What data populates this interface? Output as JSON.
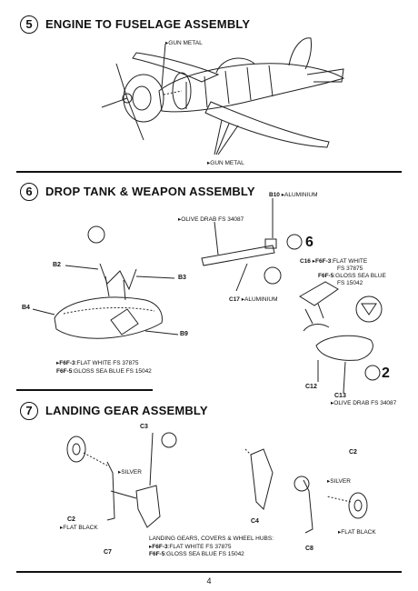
{
  "steps": [
    {
      "number": "5",
      "title": "ENGINE TO FUSELAGE ASSEMBLY"
    },
    {
      "number": "6",
      "title": "DROP TANK & WEAPON ASSEMBLY"
    },
    {
      "number": "7",
      "title": "LANDING GEAR ASSEMBLY"
    }
  ],
  "step5": {
    "callout_gun_metal_top": "GUN METAL",
    "callout_gun_metal_bottom": "GUN METAL"
  },
  "step6": {
    "b10": "B10",
    "b10_color": "ALUMINIUM",
    "olive_drab": "OLIVE DRAB",
    "olive_drab_fs": "FS 34087",
    "count_6": "6",
    "b2": "B2",
    "b3": "B3",
    "b4": "B4",
    "b9": "B9",
    "c16": "C16",
    "c16_f6f3": "F6F-3",
    "c16_f6f3_color": ":FLAT WHITE",
    "c16_f6f3_fs": "FS 37875",
    "c16_f6f5": "F6F-5",
    "c16_f6f5_color": ":GLOSS SEA BLUE",
    "c16_f6f5_fs": "FS 15042",
    "c17": "C17",
    "c17_color": "ALUMINIUM",
    "c12": "C12",
    "c13": "C13",
    "c13_color": "OLIVE DRAB",
    "c13_fs": "FS 34087",
    "count_2": "2",
    "tank_f6f3": "F6F-3",
    "tank_f6f3_color": ":FLAT WHITE",
    "tank_f6f3_fs": "FS 37875",
    "tank_f6f5": "F6F-5",
    "tank_f6f5_color": ":GLOSS SEA BLUE",
    "tank_f6f5_fs": "FS 15042"
  },
  "step7": {
    "c3": "C3",
    "silver_left": "SILVER",
    "c2_left": "C2",
    "flat_black_left": "FLAT BLACK",
    "c7": "C7",
    "c4": "C4",
    "c8": "C8",
    "c2_right": "C2",
    "silver_right": "SILVER",
    "flat_black_right": "FLAT BLACK",
    "note_title": "LANDING GEARS, COVERS & WHEEL HUBS:",
    "note_f6f3": "F6F-3",
    "note_f6f3_color": ":FLAT WHITE",
    "note_f6f3_fs": "FS 37875",
    "note_f6f5": "F6F-5",
    "note_f6f5_color": ":GLOSS SEA BLUE",
    "note_f6f5_fs": "FS 15042"
  },
  "footer": {
    "page_number": "4"
  }
}
